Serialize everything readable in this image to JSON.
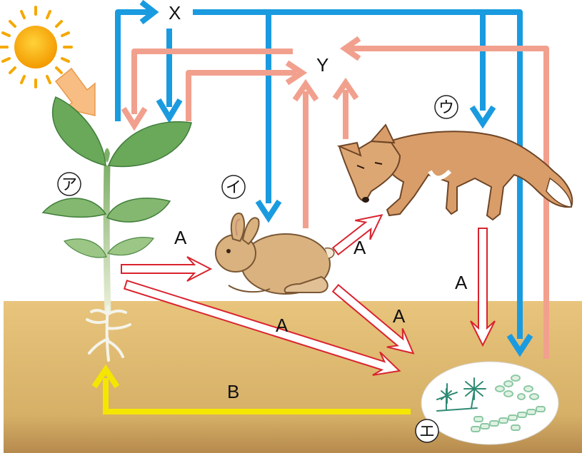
{
  "labels": {
    "x_node": "X",
    "y_node": "Y",
    "flow_a_1": "A",
    "flow_a_2": "A",
    "flow_a_3": "A",
    "flow_a_4": "A",
    "flow_a_5": "A",
    "flow_b": "B"
  },
  "organisms": {
    "plant": "ア",
    "rabbit": "イ",
    "fox": "ウ",
    "decomposers": "エ"
  },
  "colors": {
    "x_arrow": "#1a9be0",
    "y_arrow": "#f2a08e",
    "a_arrow": "#d9232e",
    "b_arrow": "#f5e600",
    "soil": "#e3be74",
    "sun": "#f7b400"
  }
}
